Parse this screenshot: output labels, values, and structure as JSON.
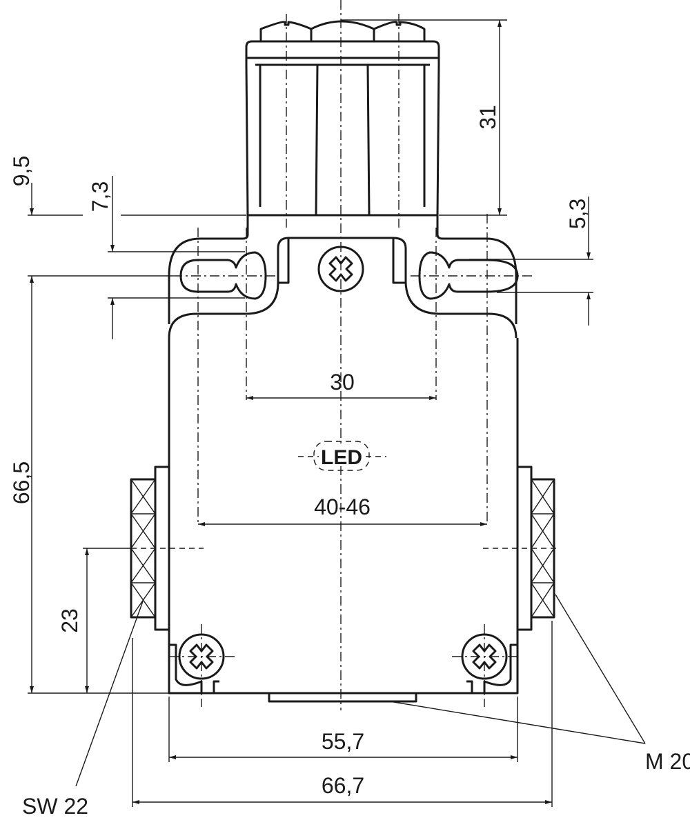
{
  "drawing": {
    "dimensions": {
      "height_cap": "31",
      "offset_top": "9,5",
      "slot_width_left": "7,3",
      "slot_width_right": "5,3",
      "mount_spacing_top": "30",
      "mount_spacing_range": "40-46",
      "body_height": "66,5",
      "gland_height": "23",
      "body_width": "55,7",
      "overall_width": "66,7"
    },
    "labels": {
      "led": "LED",
      "wrench_size": "SW 22",
      "thread": "M 20"
    }
  }
}
